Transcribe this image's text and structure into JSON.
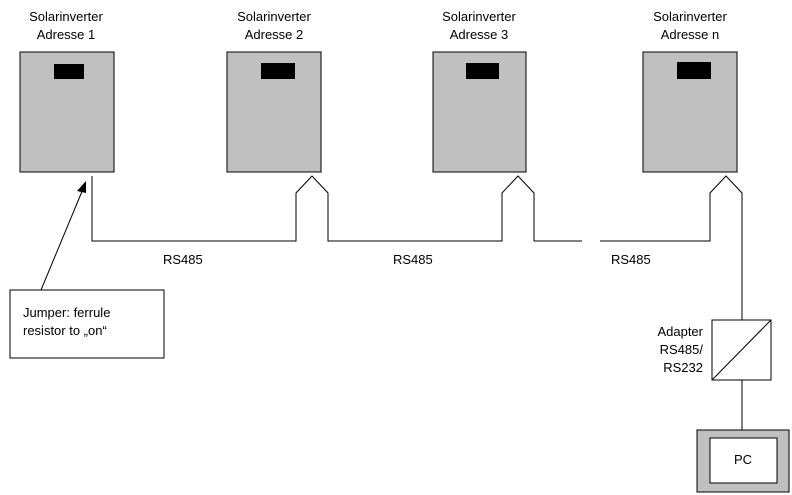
{
  "colors": {
    "device_fill": "#c0c0c0",
    "pc_bezel": "#c0c0c0",
    "display": "#000000",
    "line": "#000000",
    "background": "#ffffff"
  },
  "inverters": [
    {
      "title": "Solarinverter",
      "address": "Adresse 1"
    },
    {
      "title": "Solarinverter",
      "address": "Adresse 2"
    },
    {
      "title": "Solarinverter",
      "address": "Adresse 3"
    },
    {
      "title": "Solarinverter",
      "address": "Adresse n"
    }
  ],
  "bus_labels": [
    "RS485",
    "RS485",
    "RS485"
  ],
  "jumper_note": {
    "line1": "Jumper: ferrule",
    "line2": "resistor to „on“"
  },
  "adapter": {
    "line1": "Adapter",
    "line2": "RS485/",
    "line3": "RS232"
  },
  "pc_label": "PC"
}
